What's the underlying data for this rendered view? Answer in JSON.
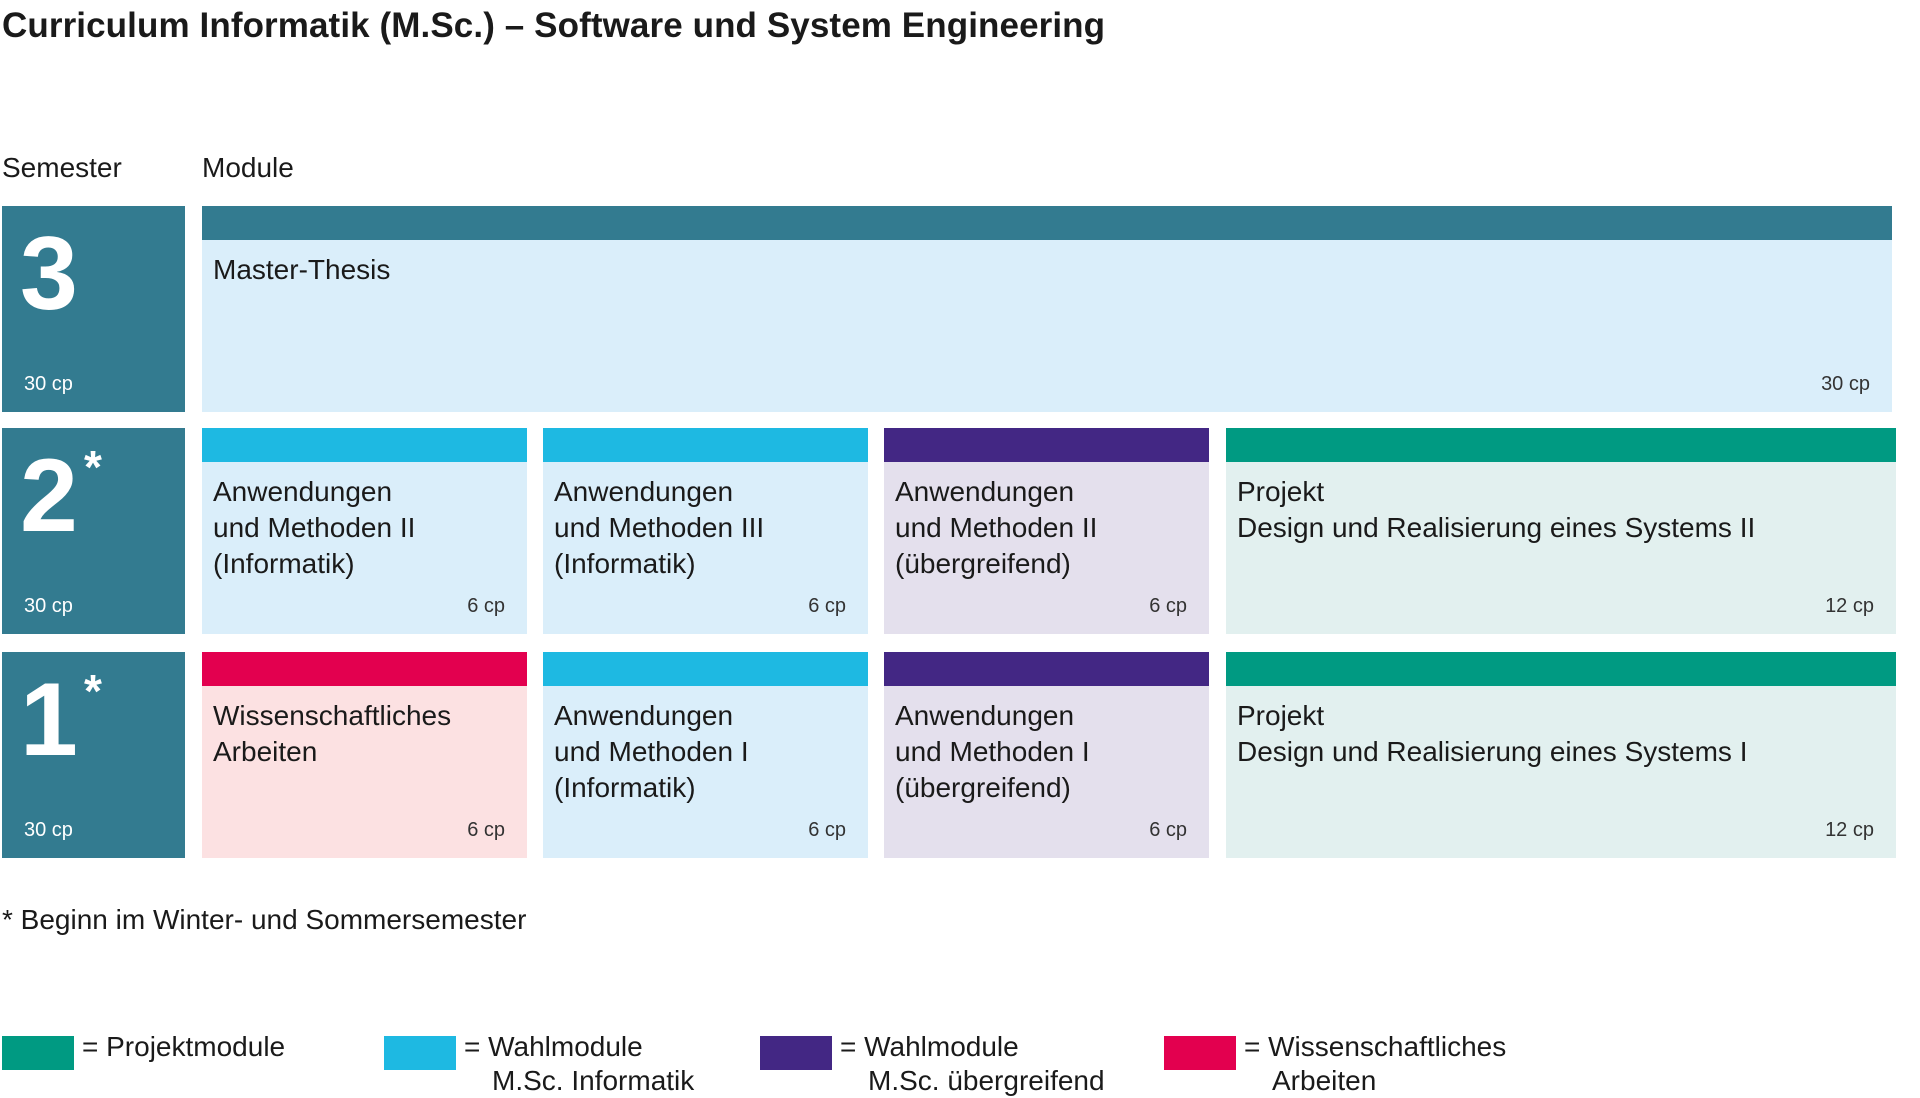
{
  "title": "Curriculum Informatik (M.Sc.) – Software und System Engineering",
  "headers": {
    "semester": "Semester",
    "module": "Module"
  },
  "colors": {
    "semester": "#337b90",
    "projekt": "#009a82",
    "wahl_informatik": "#1eb9e2",
    "wahl_uebergreifend": "#432784",
    "wissenschaftlich": "#e3004f",
    "thesis_bar": "#337b90",
    "bg_light_blue": "#daeefa",
    "bg_lavender": "#e4e0ed",
    "bg_mint": "#e2f0ef",
    "bg_pink": "#fce1e2"
  },
  "semesters": [
    {
      "number": "3",
      "star": "",
      "cp": "30 cp",
      "modules": [
        {
          "lines": [
            "Master-Thesis"
          ],
          "cp": "30 cp",
          "bar": "thesis_bar",
          "bg": "bg_light_blue"
        }
      ]
    },
    {
      "number": "2",
      "star": "*",
      "cp": "30 cp",
      "modules": [
        {
          "lines": [
            "Anwendungen",
            "und Methoden II",
            "(Informatik)"
          ],
          "cp": "6 cp",
          "bar": "wahl_informatik",
          "bg": "bg_light_blue"
        },
        {
          "lines": [
            "Anwendungen",
            "und Methoden III",
            "(Informatik)"
          ],
          "cp": "6 cp",
          "bar": "wahl_informatik",
          "bg": "bg_light_blue"
        },
        {
          "lines": [
            "Anwendungen",
            "und Methoden II",
            "(übergreifend)"
          ],
          "cp": "6 cp",
          "bar": "wahl_uebergreifend",
          "bg": "bg_lavender"
        },
        {
          "lines": [
            "Projekt",
            "Design und Realisierung eines Systems II"
          ],
          "cp": "12 cp",
          "bar": "projekt",
          "bg": "bg_mint"
        }
      ]
    },
    {
      "number": "1",
      "star": "*",
      "cp": "30 cp",
      "modules": [
        {
          "lines": [
            "Wissenschaftliches",
            "Arbeiten"
          ],
          "cp": "6 cp",
          "bar": "wissenschaftlich",
          "bg": "bg_pink"
        },
        {
          "lines": [
            "Anwendungen",
            "und Methoden I",
            "(Informatik)"
          ],
          "cp": "6 cp",
          "bar": "wahl_informatik",
          "bg": "bg_light_blue"
        },
        {
          "lines": [
            "Anwendungen",
            "und Methoden I",
            "(übergreifend)"
          ],
          "cp": "6 cp",
          "bar": "wahl_uebergreifend",
          "bg": "bg_lavender"
        },
        {
          "lines": [
            "Projekt",
            "Design und Realisierung eines Systems I"
          ],
          "cp": "12 cp",
          "bar": "projekt",
          "bg": "bg_mint"
        }
      ]
    }
  ],
  "footnote": "* Beginn im Winter- und Sommersemester",
  "legend": [
    {
      "color": "projekt",
      "lines": [
        "= Projektmodule"
      ]
    },
    {
      "color": "wahl_informatik",
      "lines": [
        "= Wahlmodule",
        "M.Sc. Informatik"
      ]
    },
    {
      "color": "wahl_uebergreifend",
      "lines": [
        "= Wahlmodule",
        "M.Sc. übergreifend"
      ]
    },
    {
      "color": "wissenschaftlich",
      "lines": [
        "= Wissenschaftliches",
        "Arbeiten"
      ]
    }
  ]
}
